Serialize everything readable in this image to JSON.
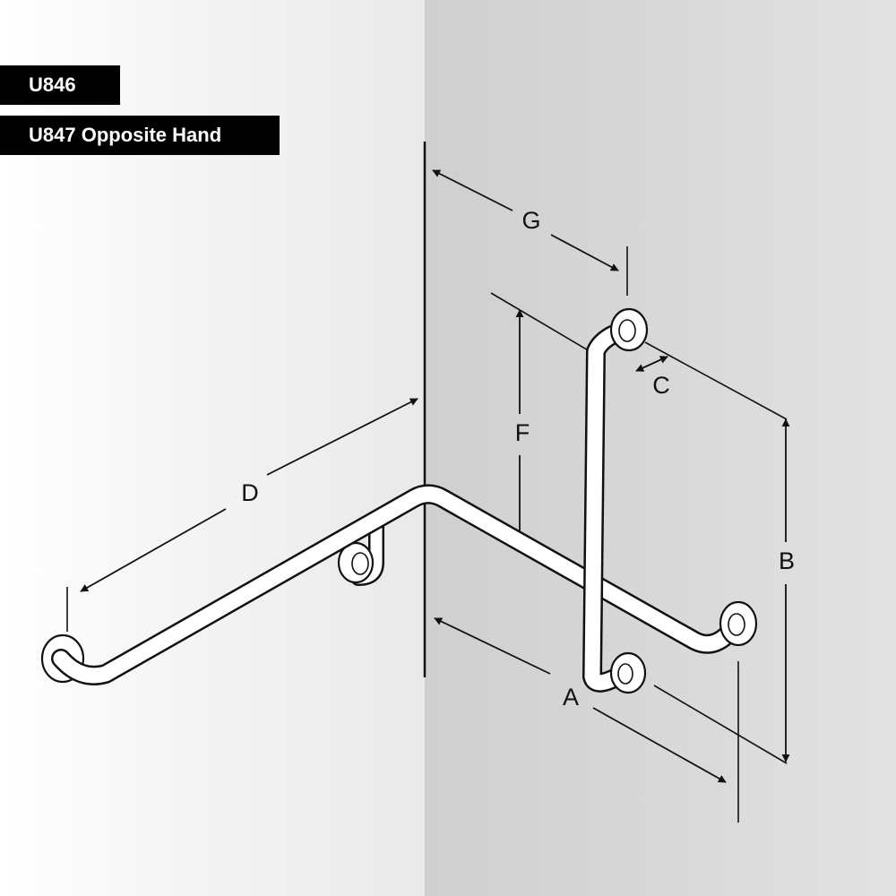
{
  "badges": [
    "U846",
    "U847 Opposite Hand"
  ],
  "dimensions": {
    "A": "A",
    "B": "B",
    "C": "C",
    "D": "D",
    "F": "F",
    "G": "G"
  },
  "colors": {
    "ink": "#111111",
    "rail": "#ffffff",
    "badge": "#000000"
  }
}
